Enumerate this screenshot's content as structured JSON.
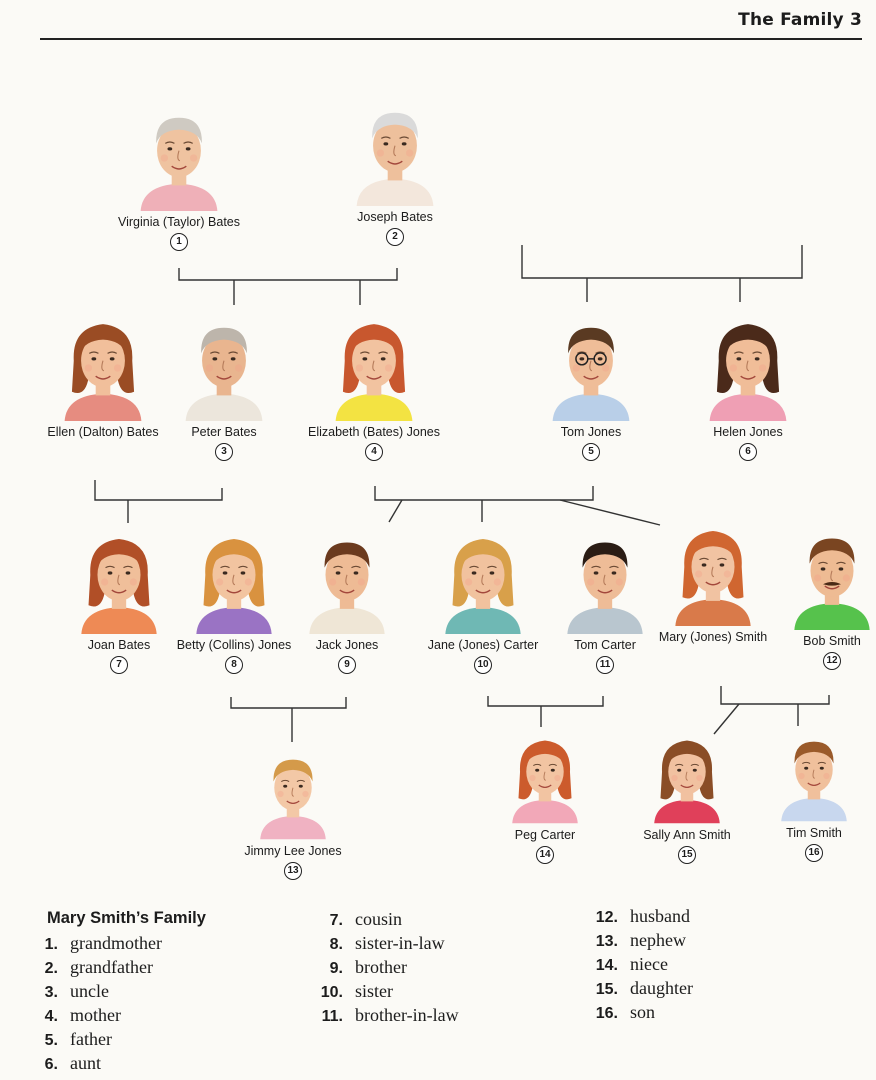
{
  "header": {
    "title": "The Family   3"
  },
  "people": [
    {
      "id": "virginia",
      "name": "Virginia (Taylor) Bates",
      "number": "1",
      "hair": "#cfcac2",
      "skin": "#efc3a0",
      "shirt": "#efb0b8",
      "age": "old"
    },
    {
      "id": "joseph",
      "name": "Joseph Bates",
      "number": "2",
      "hair": "#dadada",
      "skin": "#eec09c",
      "shirt": "#f3e7dc",
      "age": "old"
    },
    {
      "id": "ellen",
      "name": "Ellen (Dalton) Bates",
      "number": "",
      "hair": "#9a4c24",
      "skin": "#f1bf9b",
      "shirt": "#e68c80",
      "age": "adult"
    },
    {
      "id": "peter",
      "name": "Peter Bates",
      "number": "3",
      "hair": "#bdb5ab",
      "skin": "#e9b58f",
      "shirt": "#ece6dc",
      "age": "adult"
    },
    {
      "id": "elizabeth",
      "name": "Elizabeth (Bates) Jones",
      "number": "4",
      "hair": "#c8572e",
      "skin": "#f2c3a0",
      "shirt": "#f3e342",
      "age": "adult"
    },
    {
      "id": "tom",
      "name": "Tom Jones",
      "number": "5",
      "hair": "#5a3a22",
      "skin": "#efbd98",
      "shirt": "#b9cfe8",
      "age": "adult"
    },
    {
      "id": "helen",
      "name": "Helen Jones",
      "number": "6",
      "hair": "#4b2a1a",
      "skin": "#f0bd98",
      "shirt": "#ef9fb4",
      "age": "adult"
    },
    {
      "id": "joan",
      "name": "Joan Bates",
      "number": "7",
      "hair": "#b14f27",
      "skin": "#f0bf9a",
      "shirt": "#ee8a55",
      "age": "young"
    },
    {
      "id": "betty",
      "name": "Betty (Collins) Jones",
      "number": "8",
      "hair": "#d9923f",
      "skin": "#f2c4a0",
      "shirt": "#9a73c4",
      "age": "young"
    },
    {
      "id": "jack",
      "name": "Jack Jones",
      "number": "9",
      "hair": "#6b3a1e",
      "skin": "#eebb95",
      "shirt": "#efe6d6",
      "age": "young"
    },
    {
      "id": "jane",
      "name": "Jane (Jones) Carter",
      "number": "10",
      "hair": "#d8a04a",
      "skin": "#f1c29e",
      "shirt": "#6fb8b4",
      "age": "young"
    },
    {
      "id": "tomc",
      "name": "Tom Carter",
      "number": "11",
      "hair": "#2a1c14",
      "skin": "#eebc97",
      "shirt": "#b9c6cf",
      "age": "young"
    },
    {
      "id": "mary",
      "name": "Mary (Jones) Smith",
      "number": "",
      "hair": "#d06630",
      "skin": "#f1c3a2",
      "shirt": "#d97a4a",
      "age": "young"
    },
    {
      "id": "bob",
      "name": "Bob Smith",
      "number": "12",
      "hair": "#7a4521",
      "skin": "#eebb93",
      "shirt": "#56c24c",
      "age": "young"
    },
    {
      "id": "jimmy",
      "name": "Jimmy Lee Jones",
      "number": "13",
      "hair": "#d49a4a",
      "skin": "#f3c8a6",
      "shirt": "#f0b2c2",
      "age": "child"
    },
    {
      "id": "peg",
      "name": "Peg Carter",
      "number": "14",
      "hair": "#cc5b2c",
      "skin": "#f2c4a2",
      "shirt": "#f2a8b8",
      "age": "child"
    },
    {
      "id": "sally",
      "name": "Sally Ann Smith",
      "number": "15",
      "hair": "#8a4d26",
      "skin": "#f1c1a0",
      "shirt": "#e0405a",
      "age": "child"
    },
    {
      "id": "tim",
      "name": "Tim Smith",
      "number": "16",
      "hair": "#9a5a2a",
      "skin": "#f0c09c",
      "shirt": "#c8d7ee",
      "age": "child"
    }
  ],
  "legend": {
    "title": "Mary Smith’s Family",
    "columns": [
      [
        {
          "num": "1.",
          "word": "grandmother"
        },
        {
          "num": "2.",
          "word": "grandfather"
        },
        {
          "num": "3.",
          "word": "uncle"
        },
        {
          "num": "4.",
          "word": "mother"
        },
        {
          "num": "5.",
          "word": "father"
        },
        {
          "num": "6.",
          "word": "aunt"
        }
      ],
      [
        {
          "num": "7.",
          "word": "cousin"
        },
        {
          "num": "8.",
          "word": "sister-in-law"
        },
        {
          "num": "9.",
          "word": "brother"
        },
        {
          "num": "10.",
          "word": "sister"
        },
        {
          "num": "11.",
          "word": "brother-in-law"
        }
      ],
      [
        {
          "num": "12.",
          "word": "husband"
        },
        {
          "num": "13.",
          "word": "nephew"
        },
        {
          "num": "14.",
          "word": "niece"
        },
        {
          "num": "15.",
          "word": "daughter"
        },
        {
          "num": "16.",
          "word": "son"
        }
      ]
    ]
  }
}
